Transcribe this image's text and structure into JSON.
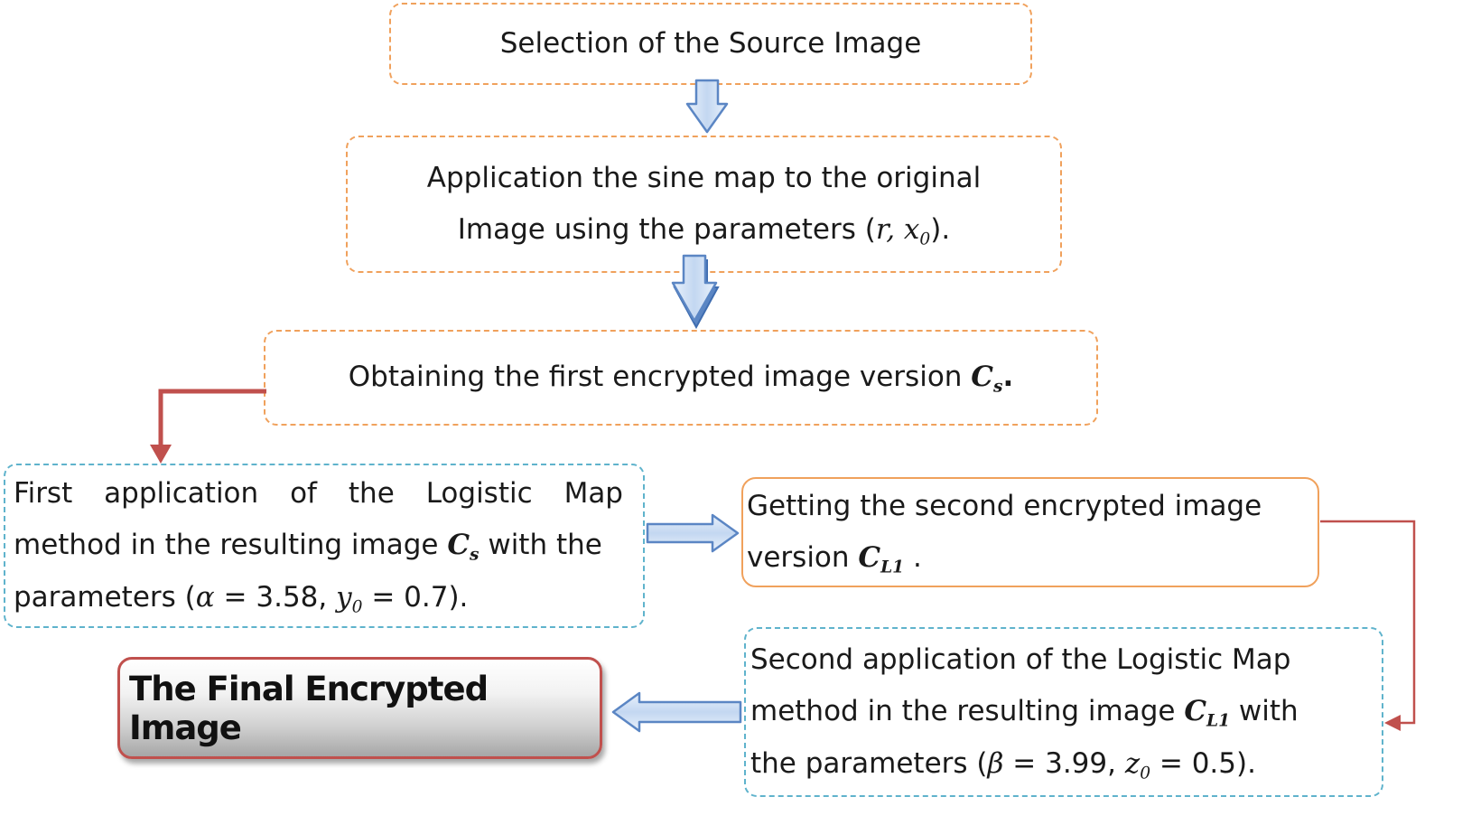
{
  "boxes": {
    "selection": {
      "text": "Selection of the Source Image"
    },
    "sine_map": {
      "line1": "Application the sine map to the original",
      "line2_prefix": "Image using the parameters (",
      "line2_math": "r, x",
      "line2_sub": "0",
      "line2_suffix": ")."
    },
    "first_version": {
      "prefix": "Obtaining the first encrypted image version ",
      "symbol": "C",
      "symbol_sub": "s",
      "suffix": "."
    },
    "first_logistic": {
      "line1": "First application of the Logistic Map",
      "line2_prefix": "method in the resulting image ",
      "line2_symbol": "C",
      "line2_sub": "s",
      "line2_suffix": " with the",
      "line3_prefix": "parameters (",
      "line3_alpha": "α",
      "line3_eq1": " = 3.58, ",
      "line3_y": "y",
      "line3_sub": "0",
      "line3_eq2": " = 0.7)."
    },
    "second_version": {
      "line1": "Getting the second encrypted image",
      "line2_prefix": "version ",
      "line2_symbol": "C",
      "line2_sub": "L1",
      "line2_suffix": " ."
    },
    "second_logistic": {
      "line1": "Second application of the Logistic Map",
      "line2_prefix": "method in the resulting image ",
      "line2_symbol": "C",
      "line2_sub": "L1",
      "line2_suffix": " with",
      "line3_prefix": "the parameters (",
      "line3_beta": "β",
      "line3_eq1": " = 3.99, ",
      "line3_z": "z",
      "line3_sub": "0",
      "line3_eq2": " = 0.5)."
    },
    "final": {
      "text": "The Final Encrypted Image"
    }
  },
  "colors": {
    "orange_border": "#f0a15c",
    "blue_border": "#5fb3cc",
    "red_arrow": "#c0504d",
    "blue_arrow_fill": "#cfe0f5",
    "blue_arrow_stroke": "#5b86c4"
  }
}
